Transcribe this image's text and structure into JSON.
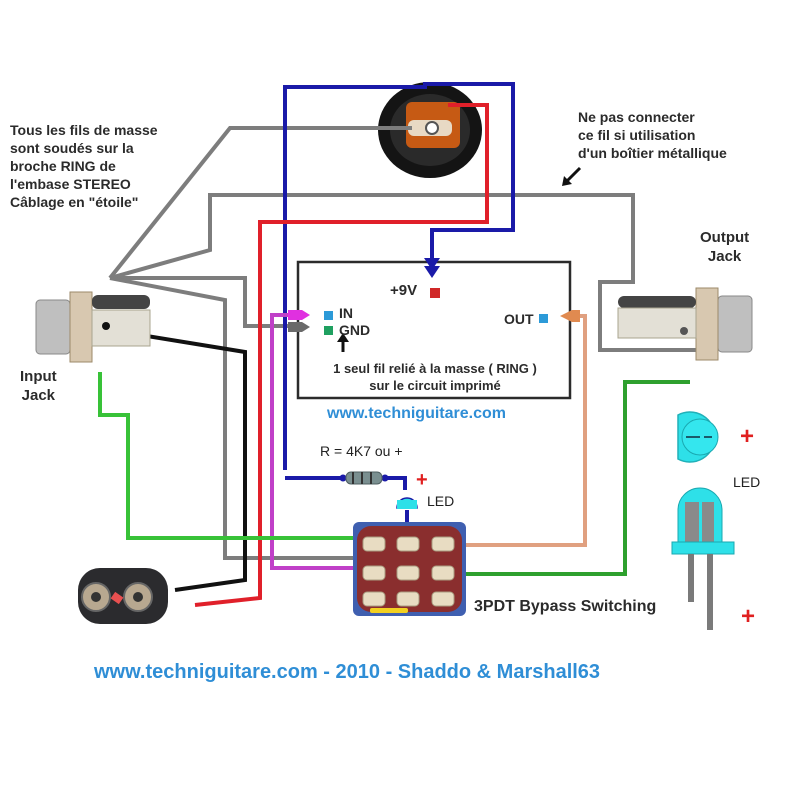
{
  "diagram": {
    "title": "3PDT Bypass Switching wiring diagram",
    "notes": {
      "ground_star": "Tous les fils de masse\nsont soudés sur la\nbroche  RING  de\nl'embase STEREO\nCâblage en \"étoile\"",
      "metal_enclosure": "Ne pas connecter\nce fil si utilisation\nd'un boîtier métallique",
      "single_ground": "1 seul fil relié à la masse ( RING )\nsur le circuit imprimé"
    },
    "components": {
      "input_jack": "Input\nJack",
      "output_jack": "Output\nJack",
      "pcb_power": "+9V",
      "pcb_in": "IN",
      "pcb_gnd": "GND",
      "pcb_out": "OUT",
      "resistor": "R = 4K7 ou +",
      "led_small": "LED",
      "led_large": "LED",
      "switch": "3PDT Bypass Switching",
      "plus_sign": "+"
    },
    "watermark": "www.techniguitare.com",
    "footer": "www.techniguitare.com - 2010 - Shaddo & Marshall63",
    "wire_colors": {
      "ground": "#7a7a7a",
      "power_neg": "#1a1aa8",
      "power_pos": "#e0202a",
      "input_signal": "#38c238",
      "output_signal": "#2ea02e",
      "effect_in": "#c040c8",
      "effect_out": "#e0a080",
      "battery_black": "#111111",
      "accent_blue": "#2f8ed6"
    }
  }
}
